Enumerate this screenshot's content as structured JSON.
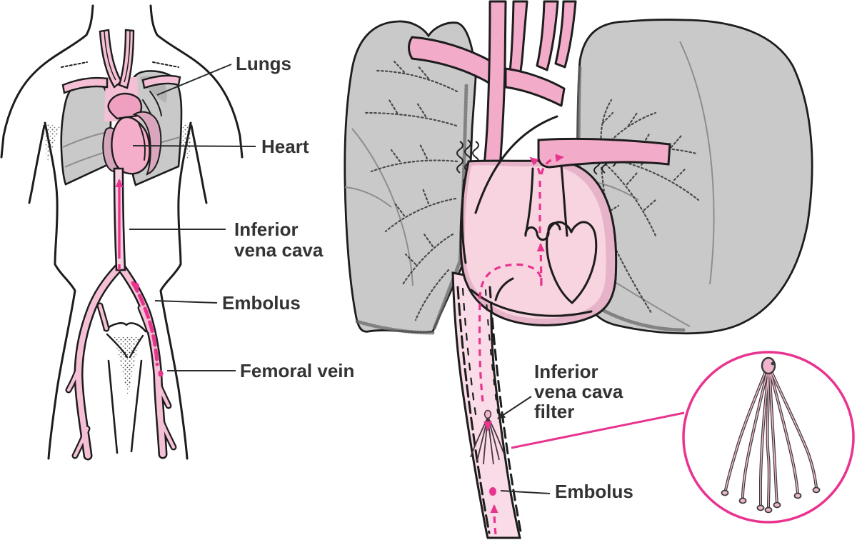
{
  "colors": {
    "accent_magenta": "#e9348f",
    "vein_pink": "#f5c0d5",
    "vessel_pink": "#f2abc8",
    "heart_pink": "#f5aec9",
    "heart_flank_pink": "#d9a6bd",
    "heart_light_pink": "#f8d3e0",
    "heart_rim_pink": "#e6b3c8",
    "ivc_tube_pink": "#f9dce7",
    "lung_grey": "#c9c9ca",
    "outline": "#1d1d1d",
    "label_text": "#333333"
  },
  "figure_left": {
    "labels": {
      "lungs": "Lungs",
      "heart": "Heart",
      "ivc_line1": "Inferior",
      "ivc_line2": "vena cava",
      "embolus": "Embolus",
      "femoral_vein": "Femoral vein"
    }
  },
  "figure_right": {
    "labels": {
      "filter_line1": "Inferior",
      "filter_line2": "vena cava",
      "filter_line3": "filter",
      "embolus": "Embolus"
    }
  }
}
